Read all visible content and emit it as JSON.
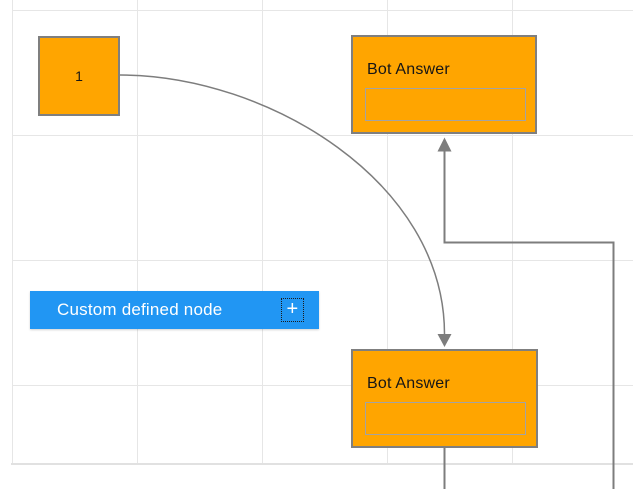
{
  "colors": {
    "canvas_bg": "#ffffff",
    "grid_line": "#e6e6e6",
    "page_edge": "#e1e1e1",
    "connector": "#7d7d7d",
    "node_fill": "#FFA500",
    "node_border": "#7f7f7f",
    "node_text": "#161616",
    "inner_box_border": "#a3a3a3",
    "custom_node_fill": "#2196F3",
    "custom_node_text": "#ffffff"
  },
  "nodes": {
    "start": {
      "label": "1"
    },
    "bot_answer_top": {
      "title": "Bot Answer"
    },
    "bot_answer_bottom": {
      "title": "Bot Answer"
    },
    "custom_defined": {
      "label": "Custom defined node",
      "add_button_icon": "plus-icon",
      "add_button_glyph": "+"
    }
  }
}
